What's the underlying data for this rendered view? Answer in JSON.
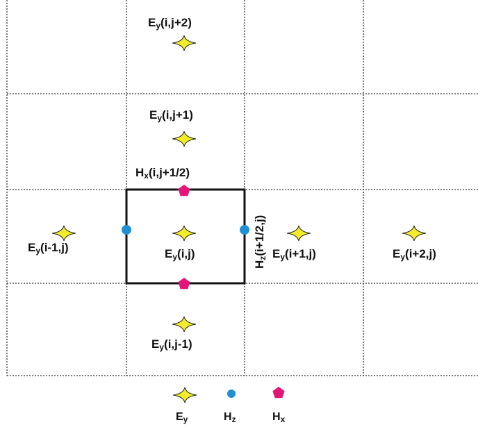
{
  "diagram": {
    "labels": {
      "ey_ij2": [
        "E",
        "y",
        "(i,j+2)"
      ],
      "ey_ij1": [
        "E",
        "y",
        "(i,j+1)"
      ],
      "hx_half": [
        "H",
        "x",
        "(i,j+1/2)"
      ],
      "hz_half": [
        "H",
        "z",
        "(i+1/2,j)"
      ],
      "ey_im1": [
        "E",
        "y",
        "(i-1,j)"
      ],
      "ey_ij": [
        "E",
        "y",
        "(i,j)"
      ],
      "ey_ip1": [
        "E",
        "y",
        "(i+1,j)"
      ],
      "ey_ip2": [
        "E",
        "y",
        "(i+2,j)"
      ],
      "ey_ijm1": [
        "E",
        "y",
        "(i,j-1)"
      ]
    },
    "legend": {
      "ey": [
        "E",
        "y"
      ],
      "hz": [
        "H",
        "z"
      ],
      "hx": [
        "H",
        "x"
      ]
    },
    "colors": {
      "ey_star": "#f4ec2a",
      "hz_dot": "#1f8fd6",
      "hx_pentagon": "#e4157a"
    },
    "icons": {
      "ey": "four-point-star",
      "hz": "circle",
      "hx": "pentagon"
    }
  }
}
